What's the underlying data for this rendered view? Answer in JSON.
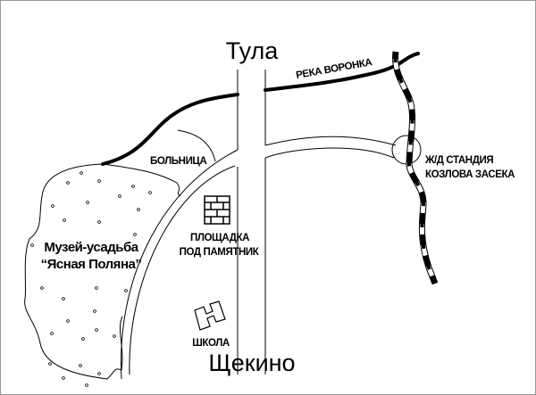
{
  "map": {
    "cities": {
      "north": "Тула",
      "south": "Щекино"
    },
    "river": "РЕКА ВОРОНКА",
    "hospital": "БОЛЬНИЦА",
    "museum": {
      "line1": "Музей-усадьба",
      "line2": "“Ясная Поляна”"
    },
    "site": {
      "line1": "ПЛОЩАДКА",
      "line2": "ПОД ПАМЯТНИК"
    },
    "school": "ШКОЛА",
    "station": {
      "line1": "Ж/Д СТАНДИЯ",
      "line2": "КОЗЛОВА ЗАСЕКА"
    }
  },
  "colors": {
    "ink": "#000000",
    "background": "#ffffff",
    "frame": "#9a9a9a"
  }
}
